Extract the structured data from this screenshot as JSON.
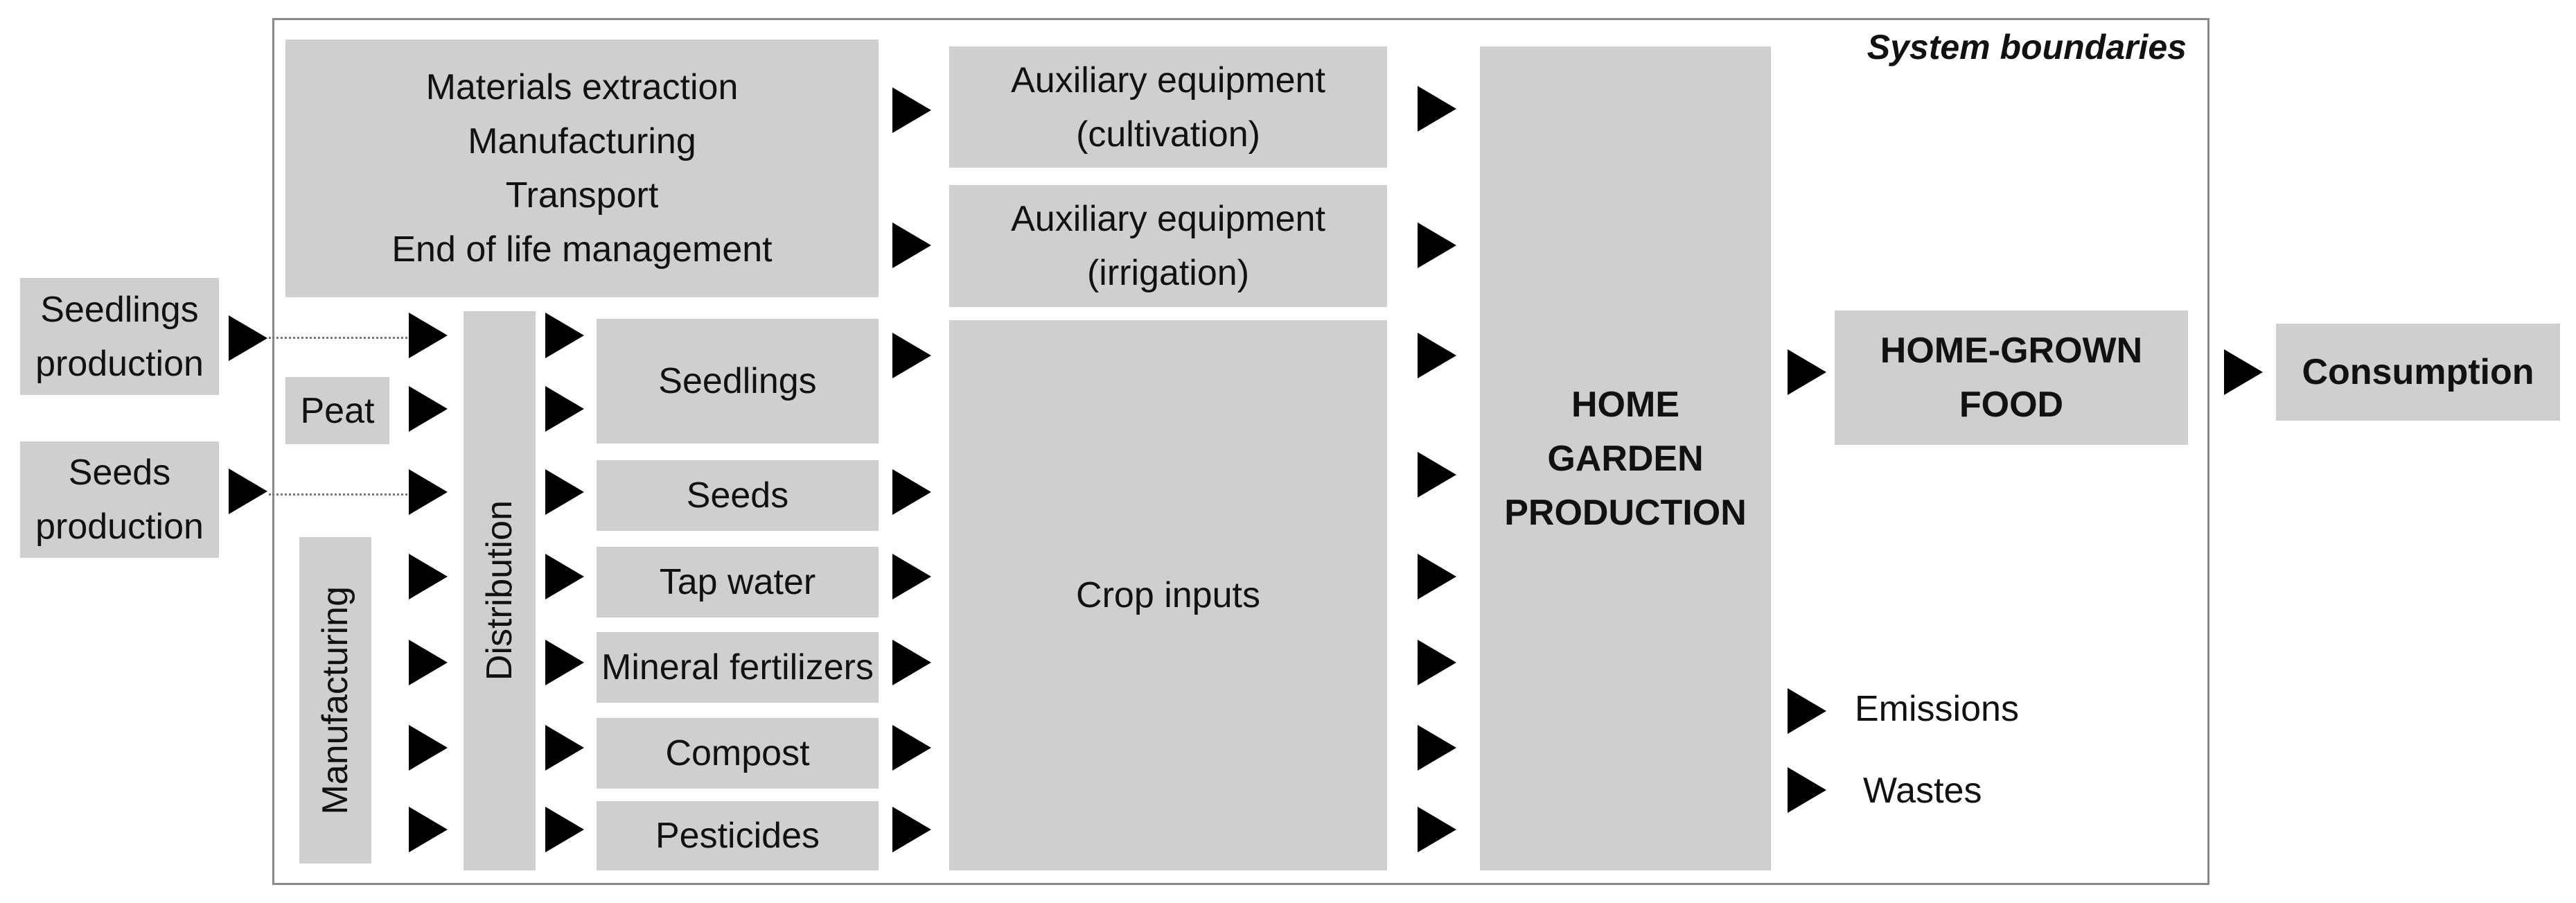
{
  "system_boundary_label": "System boundaries",
  "boxes": {
    "lifecycle": "Materials extraction\nManufacturing\nTransport\nEnd of life management",
    "aux_cultivation": "Auxiliary equipment\n(cultivation)",
    "aux_irrigation": "Auxiliary equipment\n(irrigation)",
    "seedlings_production": "Seedlings\nproduction",
    "seeds_production": "Seeds\nproduction",
    "peat": "Peat",
    "manufacturing": "Manufacturing",
    "distribution": "Distribution",
    "seedlings": "Seedlings",
    "seeds": "Seeds",
    "tap_water": "Tap water",
    "mineral_fertilizers": "Mineral fertilizers",
    "compost": "Compost",
    "pesticides": "Pesticides",
    "crop_inputs": "Crop inputs",
    "home_garden_production": "HOME\nGARDEN\nPRODUCTION",
    "home_grown_food": "HOME-GROWN\nFOOD",
    "consumption": "Consumption"
  },
  "outputs": {
    "emissions": "Emissions",
    "wastes": "Wastes"
  }
}
